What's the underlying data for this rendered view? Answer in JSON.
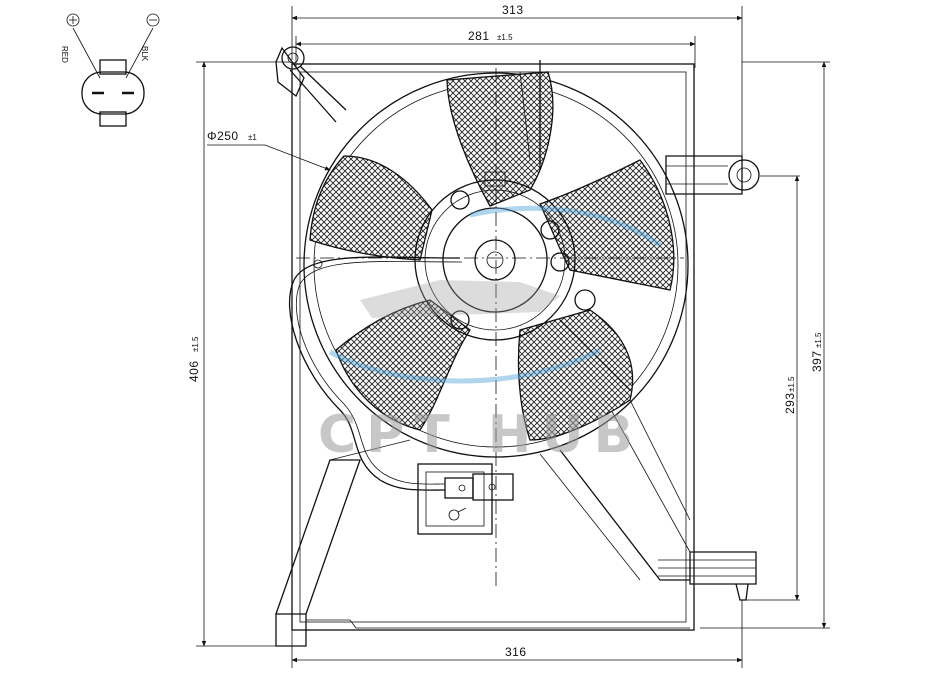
{
  "dimensions": {
    "top_width": "313",
    "inner_width": "281",
    "inner_width_tol": "±1.5",
    "bottom_width": "316",
    "fan_diameter": "Φ250",
    "fan_diameter_tol": "±1",
    "left_height": "406",
    "left_height_tol": "±1.5",
    "right_height_inner": "293",
    "right_height_inner_tol": "±1.5",
    "right_height_outer": "397",
    "right_height_outer_tol": "±1.5"
  },
  "connector": {
    "pin_left_label": "⊕",
    "pin_right_label": "⊖",
    "pin_left_code": "RED",
    "pin_right_code": "BLK"
  },
  "watermark": "CPT HUB",
  "colors": {
    "line": "#111111",
    "watermark_blue": "#4da3d9",
    "watermark_gray": "#9a9a9a"
  }
}
